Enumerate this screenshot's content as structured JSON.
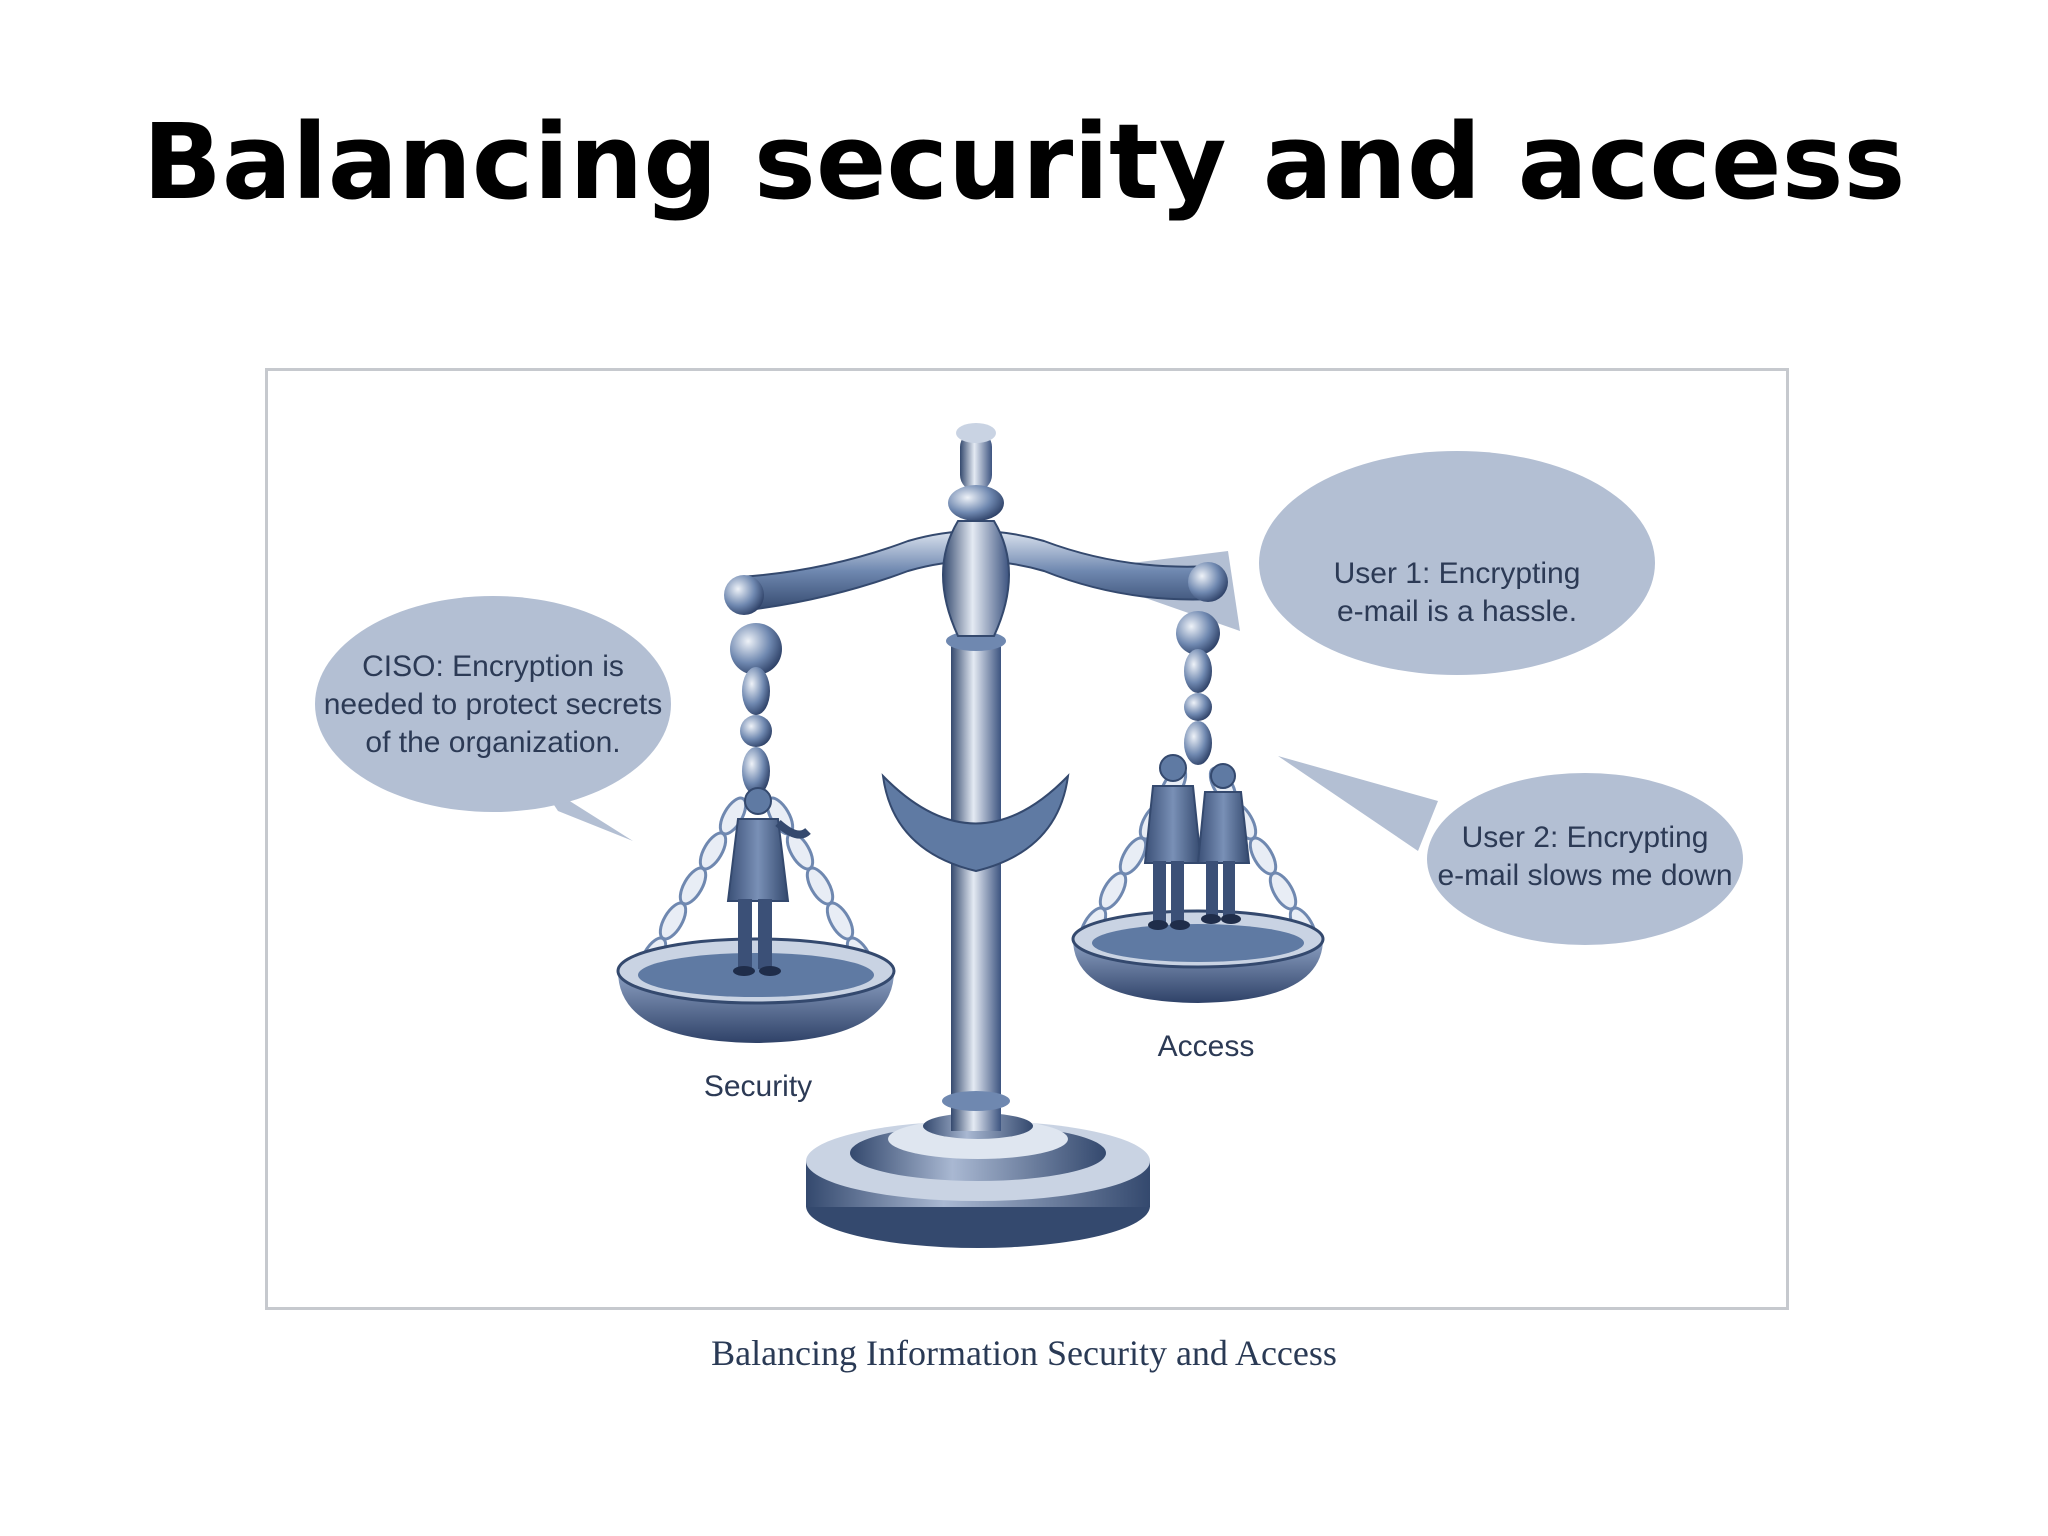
{
  "slide": {
    "title": "Balancing security and access"
  },
  "figure": {
    "caption": "Balancing Information Security and Access",
    "bubbles": {
      "ciso": [
        "CISO: Encryption is",
        "needed to protect secrets",
        "of the organization."
      ],
      "user1": [
        "User 1: Encrypting",
        "e-mail is a hassle."
      ],
      "user2": [
        "User 2: Encrypting",
        "e-mail slows me down"
      ]
    },
    "labels": {
      "security": "Security",
      "access": "Access"
    }
  },
  "colors": {
    "metal": "#5f7aa3",
    "metal_dark": "#34496e",
    "metal_light": "#c9d3e3",
    "bubble": "#b3bfd3",
    "frame": "#c6c9ce"
  }
}
